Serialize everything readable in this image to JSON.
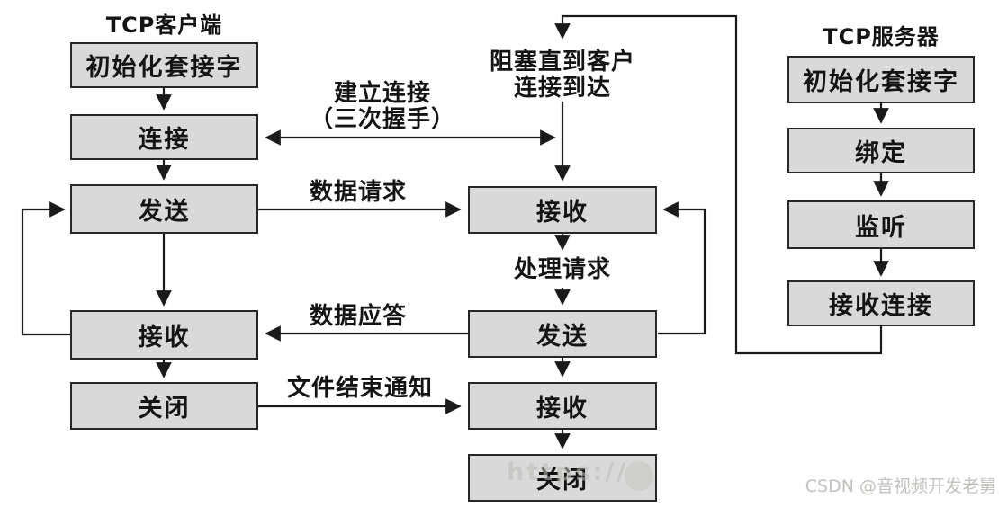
{
  "diagram": {
    "client": {
      "title": "TCP客户端",
      "steps": [
        "初始化套接字",
        "连接",
        "发送",
        "接收",
        "关闭"
      ]
    },
    "worker": {
      "blocking_label": "阻塞直到客户\n连接到达",
      "process_label": "处理请求",
      "steps": [
        "接收",
        "发送",
        "接收",
        "关闭"
      ]
    },
    "server": {
      "title": "TCP服务器",
      "steps": [
        "初始化套接字",
        "绑定",
        "监听",
        "接收连接"
      ]
    },
    "edge_labels": {
      "establish": "建立连接\n（三次握手）",
      "data_request": "数据请求",
      "data_reply": "数据应答",
      "eof_notice": "文件结束通知"
    },
    "colors": {
      "box_fill": "#d9d9d9",
      "box_border": "#272727",
      "line": "#1a1a1a",
      "text": "#141414",
      "watermark": "#c3c1bc"
    }
  },
  "watermarks": {
    "url": "https://",
    "csdn": "CSDN @音视频开发老舅"
  }
}
